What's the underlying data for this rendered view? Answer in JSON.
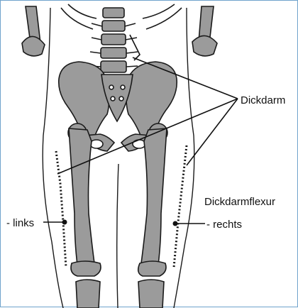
{
  "labels": {
    "dickdarm": "Dickdarm",
    "dickdarmflexur": "Dickdarmflexur",
    "links": "- links",
    "rechts": "- rechts"
  },
  "colors": {
    "frame_border": "#6fa3cc",
    "bone_fill": "#9b9b9b",
    "outline": "#1a1a1a"
  }
}
